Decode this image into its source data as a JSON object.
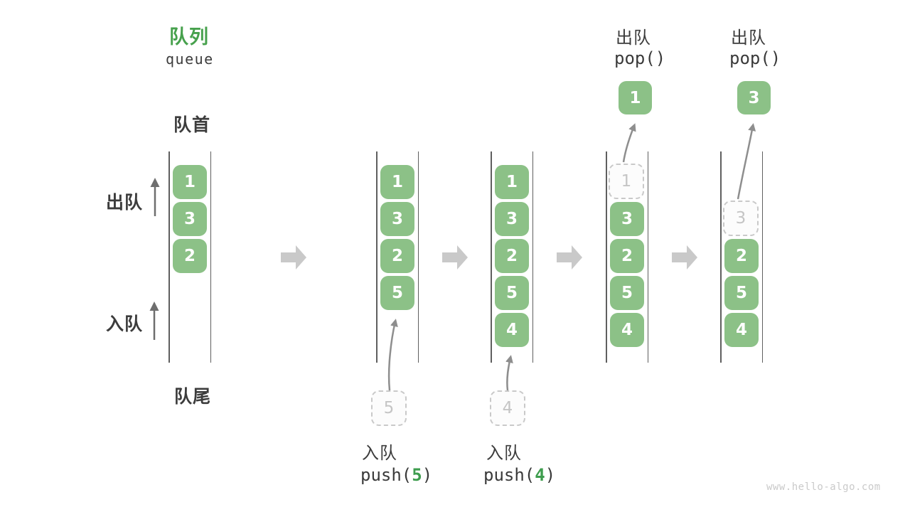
{
  "title": {
    "zh": "队列",
    "en": "queue"
  },
  "labels": {
    "front": "队首",
    "rear": "队尾",
    "dequeue_axis": "出队",
    "enqueue_axis": "入队"
  },
  "colors": {
    "box_green": "#8CC187",
    "title_green": "#47A14D",
    "code_arg_green": "#3E9D4E",
    "ghost_gray": "#C9C9C9",
    "block_arrow_gray": "#C9C9C9",
    "curved_arrow_gray": "#8E8E8E",
    "wall_line_gray": "#5F5F5F"
  },
  "icons": [
    "arrow-right-icon",
    "arrow-up-icon",
    "curved-arrow-icon"
  ],
  "columns": [
    {
      "cells": [
        {
          "value": "1",
          "kind": "filled"
        },
        {
          "value": "3",
          "kind": "filled"
        },
        {
          "value": "2",
          "kind": "filled"
        }
      ]
    },
    {
      "cells": [
        {
          "value": "1",
          "kind": "filled"
        },
        {
          "value": "3",
          "kind": "filled"
        },
        {
          "value": "2",
          "kind": "filled"
        },
        {
          "value": "5",
          "kind": "filled"
        }
      ],
      "incoming": {
        "value": "5"
      },
      "op": {
        "label": "入队",
        "code_pre": "push(",
        "code_arg": "5",
        "code_post": ")"
      }
    },
    {
      "cells": [
        {
          "value": "1",
          "kind": "filled"
        },
        {
          "value": "3",
          "kind": "filled"
        },
        {
          "value": "2",
          "kind": "filled"
        },
        {
          "value": "5",
          "kind": "filled"
        },
        {
          "value": "4",
          "kind": "filled"
        }
      ],
      "incoming": {
        "value": "4"
      },
      "op": {
        "label": "入队",
        "code_pre": "push(",
        "code_arg": "4",
        "code_post": ")"
      }
    },
    {
      "cells": [
        {
          "value": "1",
          "kind": "ghost"
        },
        {
          "value": "3",
          "kind": "filled"
        },
        {
          "value": "2",
          "kind": "filled"
        },
        {
          "value": "5",
          "kind": "filled"
        },
        {
          "value": "4",
          "kind": "filled"
        }
      ],
      "popped": {
        "value": "1"
      },
      "op": {
        "label": "出队",
        "code_pre": "pop(",
        "code_arg": "",
        "code_post": ")"
      }
    },
    {
      "cells": [
        {
          "value": "3",
          "kind": "ghost"
        },
        {
          "value": "2",
          "kind": "filled"
        },
        {
          "value": "5",
          "kind": "filled"
        },
        {
          "value": "4",
          "kind": "filled"
        }
      ],
      "popped": {
        "value": "3"
      },
      "op": {
        "label": "出队",
        "code_pre": "pop(",
        "code_arg": "",
        "code_post": ")"
      }
    }
  ],
  "watermark": "www.hello-algo.com"
}
